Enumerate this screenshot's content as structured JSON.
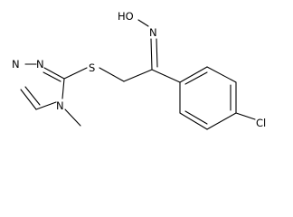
{
  "molecule": {
    "atoms": {
      "n_top_left": "N",
      "n_top_right": "N",
      "n_bottom": "N",
      "sulfur": "S",
      "oxime_n": "N",
      "hydroxyl": "HO",
      "chlorine": "Cl"
    }
  },
  "colors": {
    "ink": "#000000",
    "background": "#ffffff"
  }
}
